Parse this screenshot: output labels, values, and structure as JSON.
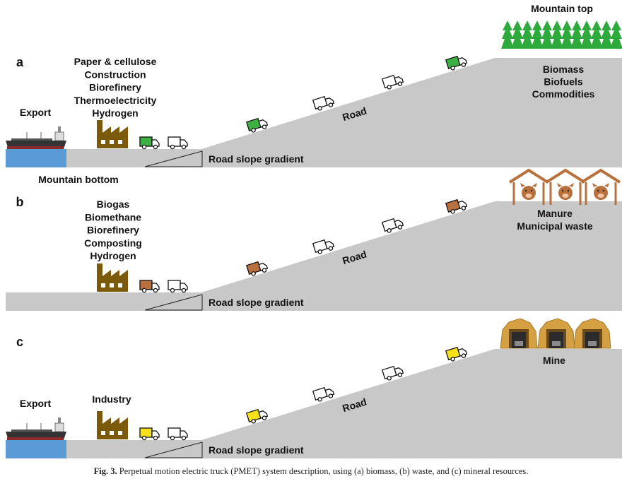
{
  "colors": {
    "ground": "#c8c8c8",
    "water": "#5b9bd5",
    "factory": "#7b5a0c",
    "green": "#3cb043",
    "brown": "#b8703c",
    "yellow": "#f5e21a",
    "tree": "#2eaa3c",
    "mine_rock": "#d4a041"
  },
  "panels": [
    {
      "letter": "a",
      "export": "Export",
      "uses": [
        "Paper & cellulose",
        "Construction",
        "Biorefinery",
        "Thermoelectricity",
        "Hydrogen"
      ],
      "top_label": "Mountain top",
      "top_items": [
        "Biomass",
        "Biofuels",
        "Commodities"
      ],
      "road": "Road",
      "slope": "Road slope gradient",
      "bottom_label": "Mountain bottom",
      "truck_color": "green",
      "top_icon": "pine-tree-icon"
    },
    {
      "letter": "b",
      "uses": [
        "Biogas",
        "Biomethane",
        "Biorefinery",
        "Composting",
        "Hydrogen"
      ],
      "top_items": [
        "Manure",
        "Municipal waste"
      ],
      "road": "Road",
      "slope": "Road slope gradient",
      "truck_color": "brown",
      "top_icon": "pig-barn-icon"
    },
    {
      "letter": "c",
      "export": "Export",
      "uses": [
        "Industry"
      ],
      "top_items": [
        "Mine"
      ],
      "road": "Road",
      "slope": "Road slope gradient",
      "truck_color": "yellow",
      "top_icon": "mine-entrance-icon"
    }
  ],
  "caption": {
    "label": "Fig. 3.",
    "text": "Perpetual motion electric truck (PMET) system description, using (a) biomass, (b) waste, and (c) mineral resources."
  }
}
